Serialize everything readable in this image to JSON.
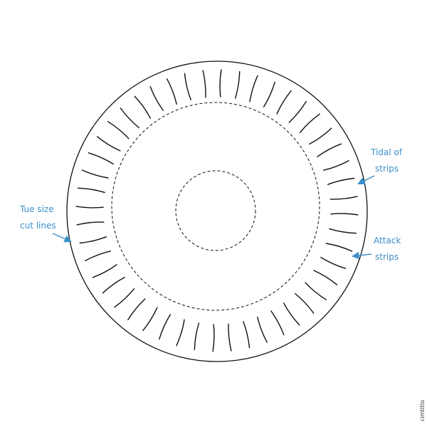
{
  "diagram": {
    "labels": {
      "left_line1": "Tue size",
      "left_line2": "cut lines",
      "right_top_line1": "Tidal of",
      "right_top_line2": "strips",
      "right_bottom_line1": "Attack",
      "right_bottom_line2": "strips"
    },
    "watermark": "cimtitlo",
    "colors": {
      "stroke": "#111111",
      "label": "#3b8fc9",
      "arrow": "#3b8fc9"
    },
    "slit_count": 48
  }
}
